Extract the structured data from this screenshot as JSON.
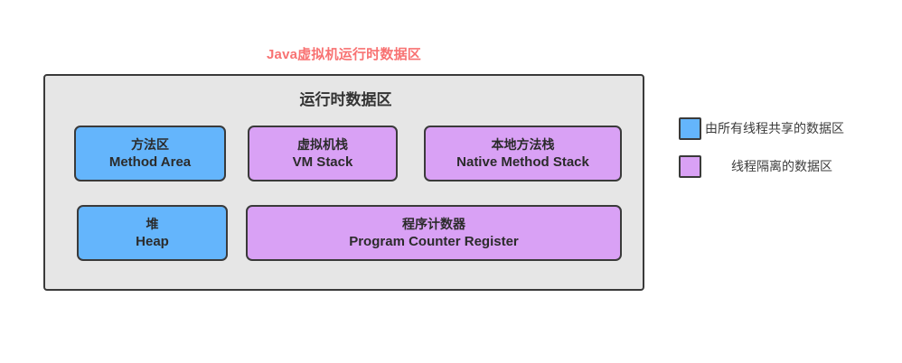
{
  "diagram": {
    "title": "Java虚拟机运行时数据区",
    "container_heading": "运行时数据区",
    "regions": [
      {
        "zh": "方法区",
        "en": "Method Area",
        "kind": "shared"
      },
      {
        "zh": "虚拟机栈",
        "en": "VM Stack",
        "kind": "isolated"
      },
      {
        "zh": "本地方法栈",
        "en": "Native Method Stack",
        "kind": "isolated"
      },
      {
        "zh": "堆",
        "en": "Heap",
        "kind": "shared"
      },
      {
        "zh": "程序计数器",
        "en": "Program Counter Register",
        "kind": "isolated"
      }
    ]
  },
  "legend": {
    "items": [
      {
        "label": "由所有线程共享的数据区",
        "kind": "shared"
      },
      {
        "label": "线程隔离的数据区",
        "kind": "isolated"
      }
    ]
  },
  "colors": {
    "title": "#F87272",
    "shared": "#64B5FC",
    "isolated": "#D9A1F5",
    "container_bg": "#E6E6E6",
    "border": "#3A3A3A",
    "page_bg": "#FFFFFF",
    "text": "#2B2B2B"
  }
}
